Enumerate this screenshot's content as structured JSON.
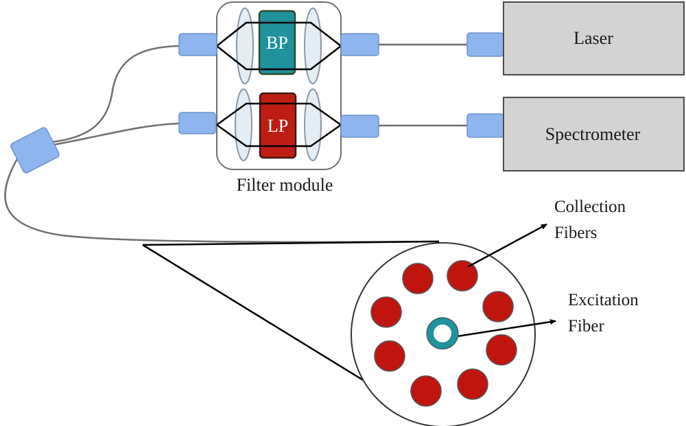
{
  "boxes": {
    "laser": "Laser",
    "spectrometer": "Spectrometer"
  },
  "filters": {
    "bandpass": "BP",
    "longpass": "LP",
    "module_caption": "Filter module"
  },
  "fibers": {
    "collection_line1": "Collection",
    "collection_line2": "Fibers",
    "excitation_line1": "Excitation",
    "excitation_line2": "Fiber"
  },
  "colors": {
    "bandpass_fill": "#20929c",
    "longpass_fill": "#be1d14",
    "collection_fiber": "#c0150f",
    "excitation_ring": "#20929c",
    "connector": "#8fb5ee",
    "instrument_box": "#d3d3d3",
    "lens": "#e4ecf4"
  }
}
